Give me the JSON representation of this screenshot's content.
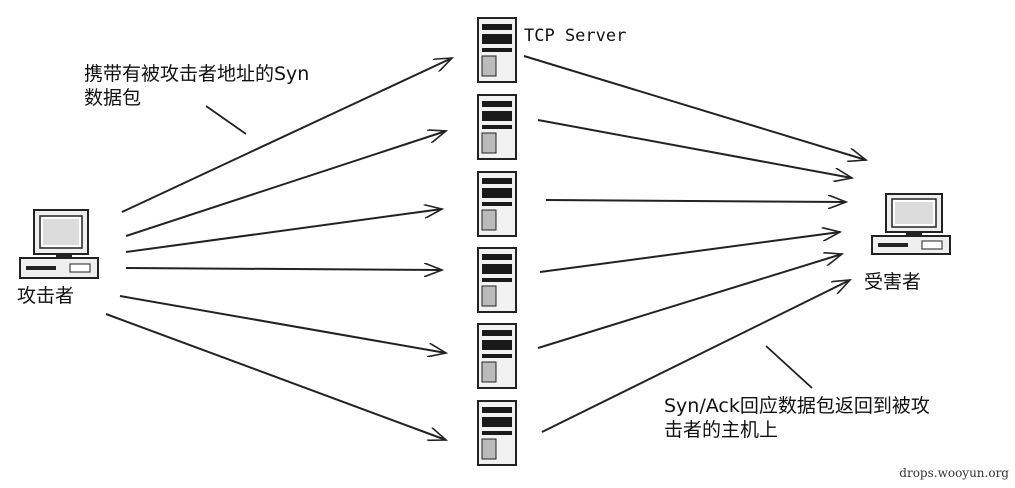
{
  "labels": {
    "server": "TCP Server",
    "syn_note_line1": "携带有被攻击者地址的Syn",
    "syn_note_line2": "数据包",
    "attacker": "攻击者",
    "victim": "受害者",
    "ack_note_line1": "Syn/Ack回应数据包返回到被攻",
    "ack_note_line2": "击者的主机上"
  },
  "watermark": "drops.wooyun.org",
  "servers": [
    {
      "id": "server-1"
    },
    {
      "id": "server-2"
    },
    {
      "id": "server-3"
    },
    {
      "id": "server-4"
    },
    {
      "id": "server-5"
    },
    {
      "id": "server-6"
    }
  ],
  "colors": {
    "line": "#222222",
    "screen": "#1a1a1a",
    "case": "#f2f2f2"
  }
}
